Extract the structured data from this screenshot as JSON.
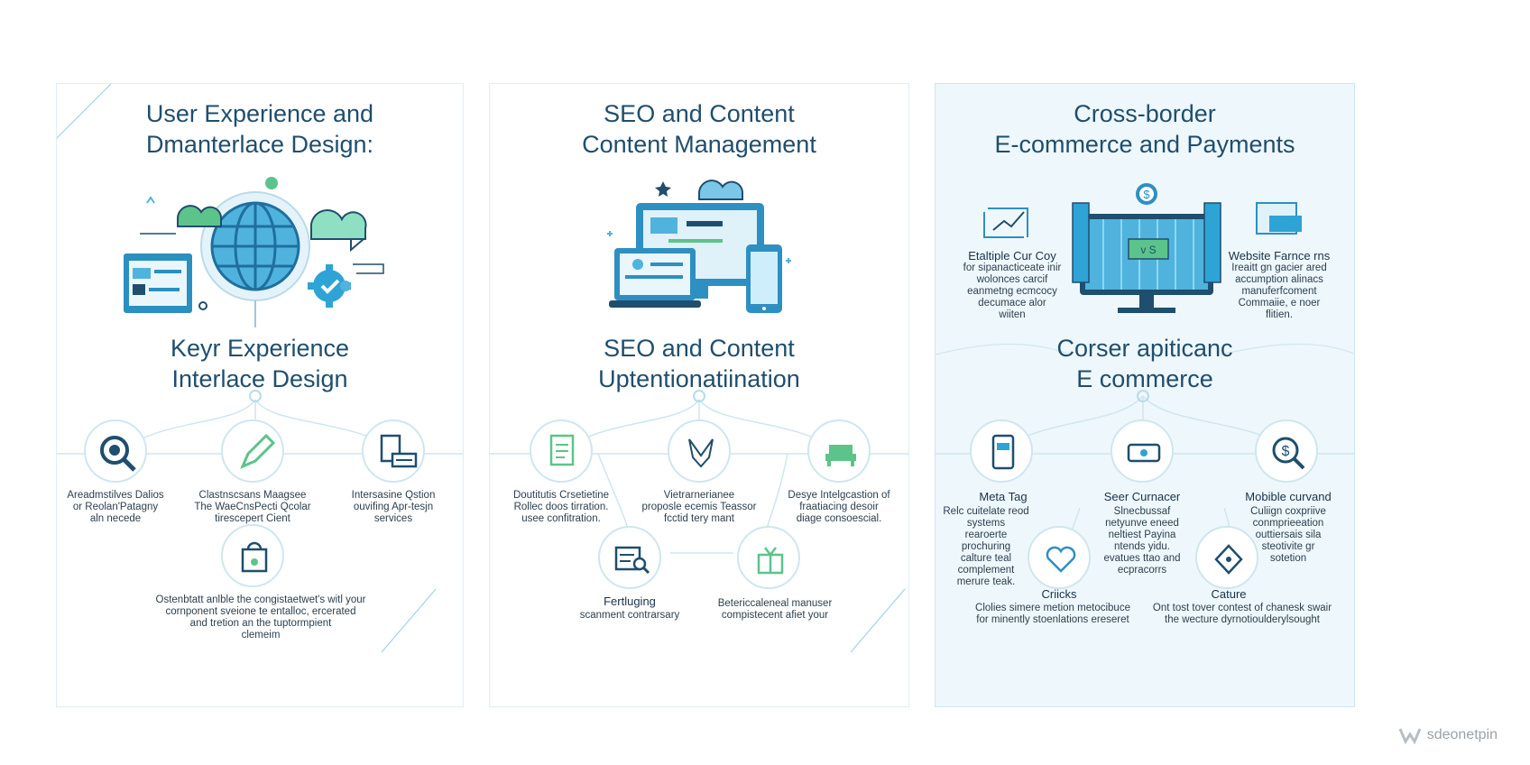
{
  "panels": [
    {
      "title_lines": [
        "User Experience and",
        "Dmanterlace Design:"
      ],
      "subtitle_lines": [
        "Keyr Experience",
        "Interlace Design"
      ],
      "nodes": [
        {
          "label_lines": [
            "Areadmstilves Dalios",
            "or Reolan'Patagny",
            "aln necede"
          ]
        },
        {
          "label_lines": [
            "Clastnscsans Maagsee",
            "The WaeCnsPecti Qcolar",
            "tirescepert Cient"
          ]
        },
        {
          "label_lines": [
            "Intersasine Qstion",
            "ouvifing Apr-tesjn",
            "services"
          ]
        }
      ],
      "bottom_lines": [
        "Ostenbtatt anlble the congistaetwet's witl your",
        "cornponent sveione te entalloc, ercerated",
        "and tretion an the tuptormpient",
        "clemeim"
      ]
    },
    {
      "title_lines": [
        "SEO and Content",
        "Content Management"
      ],
      "subtitle_lines": [
        "SEO and Content",
        "Uptentionatiination"
      ],
      "nodes": [
        {
          "label_lines": [
            "Doutitutis Crsetietine",
            "Rollec doos tirration.",
            "usee confitration."
          ]
        },
        {
          "label_lines": [
            "Vietrarnerianee",
            "proposle ecemis Teassor",
            "fcctid tery mant"
          ]
        },
        {
          "label_lines": [
            "Desye Intelgcastion of",
            "fraatiacing desoir",
            "diage consoescial."
          ]
        }
      ],
      "lower_nodes": [
        {
          "label": "Fertluging",
          "lines": [
            "scanment contrarsary"
          ]
        },
        {
          "label": "",
          "lines": [
            "Betericcaleneal manuser",
            "compistecent afiet your"
          ]
        }
      ]
    },
    {
      "title_lines": [
        "Cross-border",
        "E-commerce and Payments"
      ],
      "subtitle_lines": [
        "Corser apiticanc",
        "E commerce"
      ],
      "side_left": {
        "label": "Etaltiple Cur Coy",
        "lines": [
          "for sipanacticeate inir",
          "wolonces carcif",
          "eanmetng ecmcocy",
          "decumace alor",
          "wiiten"
        ]
      },
      "side_right": {
        "label": "Website Farnce rns",
        "lines": [
          "Ireaitt gn gacier ared",
          "accumption alinacs",
          "manuferfcoment",
          "Commaiie, e noer",
          "flitien."
        ]
      },
      "nodes": [
        {
          "label": "Meta Tag",
          "lines": [
            "Relc cuitelate reod",
            "systems",
            "rearoerte",
            "prochuring",
            "calture teal",
            "complement",
            "merure teak."
          ]
        },
        {
          "label": "Seer Curnacer",
          "lines": [
            "Slnecbussaf",
            "netyunve eneed",
            "neltiest Payina",
            "ntends yidu.",
            "evatues ttao and",
            "ecpracorrs"
          ]
        },
        {
          "label": "Mobible curvand",
          "lines": [
            "Culiign coxpriive",
            "conmprieeation",
            "outtiersais sila",
            "steotivite gr",
            "sotetion"
          ]
        }
      ],
      "lower_nodes": [
        {
          "label": "Criicks",
          "lines": [
            "Clolies simere metion metocibuce",
            "for minently stoenlations ereseret"
          ]
        },
        {
          "label": "Cature",
          "lines": [
            "Ont tost tover contest of chanesk swair",
            "the wecture dyrnotioulderylsought"
          ]
        }
      ],
      "coin_symbol": "$",
      "screen_badge": "v S"
    }
  ],
  "watermark": {
    "text": "sdeonetpin"
  },
  "colors": {
    "accent": "#2ea3d6",
    "dark": "#1f4e6e",
    "green": "#5cc48a"
  }
}
